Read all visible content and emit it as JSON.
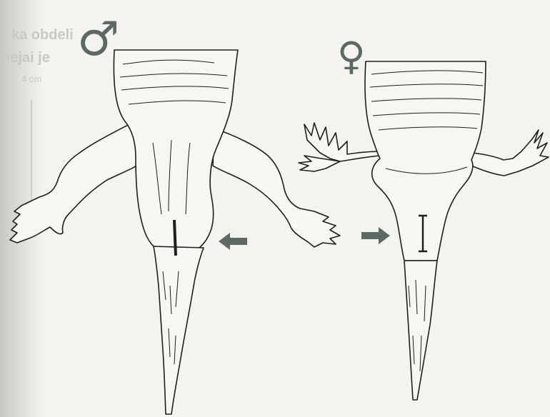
{
  "symbols": {
    "male": "♂",
    "female": "♀"
  },
  "ghost_text": {
    "line1": "ka obdeli",
    "line2": "nejai je",
    "line3": "4 cm"
  },
  "colors": {
    "ink": "#1e1e1e",
    "accent": "#5b6863",
    "paper": "#f4f3ef"
  },
  "icons": {
    "arrow_left": "arrow-left-icon",
    "arrow_right": "arrow-right-icon"
  }
}
